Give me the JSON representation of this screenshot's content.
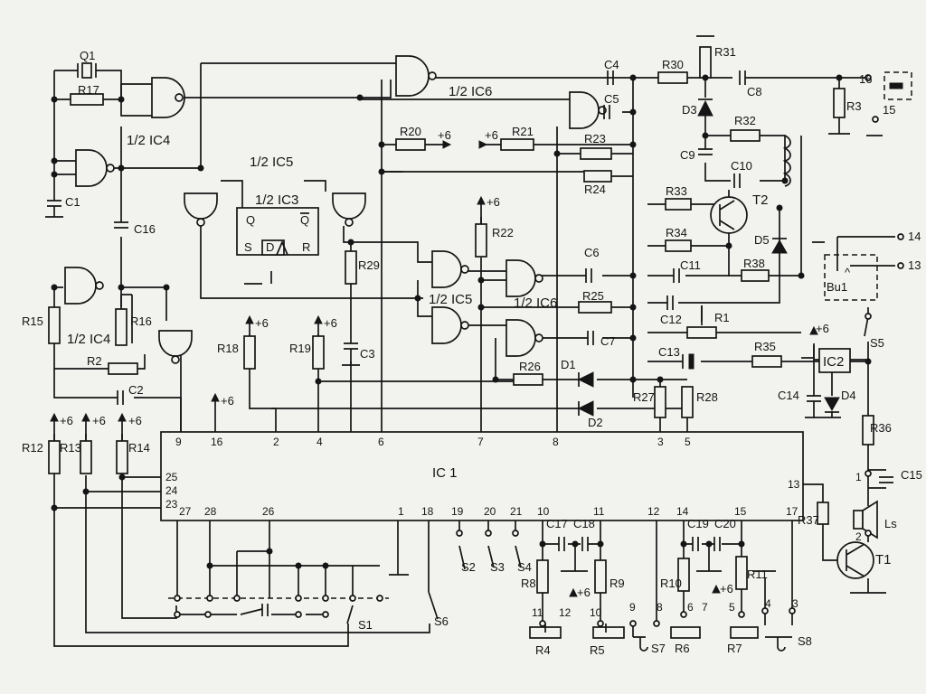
{
  "ic_main": {
    "label": "IC 1"
  },
  "ic_labels": {
    "ic4_top": "1/2 IC4",
    "ic4_bottom": "1/2 IC4",
    "ic5_top": "1/2 IC5",
    "ic5_mid": "1/2 IC5",
    "ic3": "1/2 IC3",
    "ic6_top": "1/2 IC6",
    "ic6_mid": "1/2 IC6",
    "ic2": "IC2"
  },
  "ic3_pins": {
    "q": "Q",
    "qbar": "Q",
    "s": "S",
    "d": "D",
    "r": "R"
  },
  "ic1_pins_top": [
    "9",
    "16",
    "2",
    "4",
    "6",
    "7",
    "8",
    "3",
    "5"
  ],
  "ic1_pins_left": [
    "25",
    "24",
    "23"
  ],
  "ic1_pins_bottom": [
    "27",
    "28",
    "26",
    "1",
    "18",
    "19",
    "20",
    "21",
    "10",
    "11",
    "12",
    "14",
    "15",
    "17"
  ],
  "ic1_pins_right": [
    "13"
  ],
  "resistors": [
    "R17",
    "R15",
    "R16",
    "R2",
    "R12",
    "R13",
    "R14",
    "R18",
    "R19",
    "R20",
    "R21",
    "R22",
    "R23",
    "R24",
    "R25",
    "R26",
    "R27",
    "R28",
    "R29",
    "R30",
    "R31",
    "R32",
    "R33",
    "R34",
    "R35",
    "R36",
    "R37",
    "R38",
    "R3",
    "R8",
    "R9",
    "R10",
    "R11"
  ],
  "potentiometers": [
    "R1",
    "R4",
    "R5",
    "R6",
    "R7"
  ],
  "capacitors": [
    "C1",
    "C2",
    "C3",
    "C4",
    "C5",
    "C6",
    "C7",
    "C8",
    "C9",
    "C10",
    "C11",
    "C12",
    "C13",
    "C14",
    "C15",
    "C16",
    "C17",
    "C18",
    "C19",
    "C20"
  ],
  "diodes": [
    "D1",
    "D2",
    "D3",
    "D4",
    "D5"
  ],
  "transistors": [
    "T1",
    "T2"
  ],
  "crystal": "Q1",
  "switches": [
    "S1",
    "S2",
    "S3",
    "S4",
    "S5",
    "S6",
    "S7",
    "S8"
  ],
  "socket": "Bu1",
  "speaker": "Ls",
  "supply": "+6",
  "connector_pins": [
    "16",
    "15",
    "14",
    "13"
  ],
  "keypad_nodes": [
    "11",
    "12",
    "10",
    "9",
    "8",
    "6",
    "7",
    "5",
    "4",
    "3"
  ],
  "ls_pins": [
    "1",
    "2"
  ],
  "bu1_mark": "^"
}
